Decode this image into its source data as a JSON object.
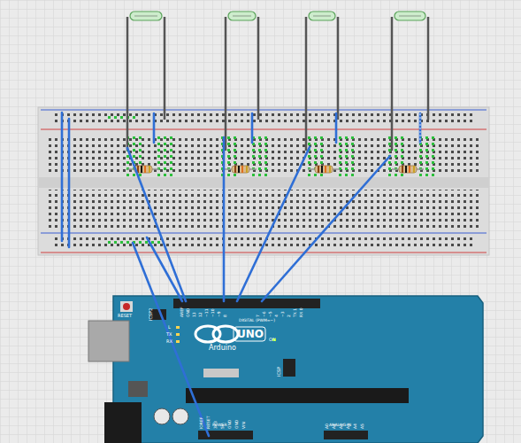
{
  "diagram": {
    "labels": [
      "RESET",
      "ICSP2",
      "L",
      "TX",
      "RX",
      "UNO",
      "Arduino",
      "ON",
      "DIGITAL (PWM=~)",
      "ICSP",
      "POWER",
      "ANALOG IN",
      "AREF",
      "GND",
      "13",
      "12",
      "~11",
      "~10",
      "~9",
      "8",
      "7",
      "~6",
      "~5",
      "4",
      "~3",
      "2",
      "TX 1",
      "RX 0",
      "IOREF",
      "RESET",
      "3V3",
      "5V",
      "GND",
      "GND",
      "VIN",
      "A0",
      "A1",
      "A2",
      "A3",
      "A4",
      "A5"
    ]
  }
}
